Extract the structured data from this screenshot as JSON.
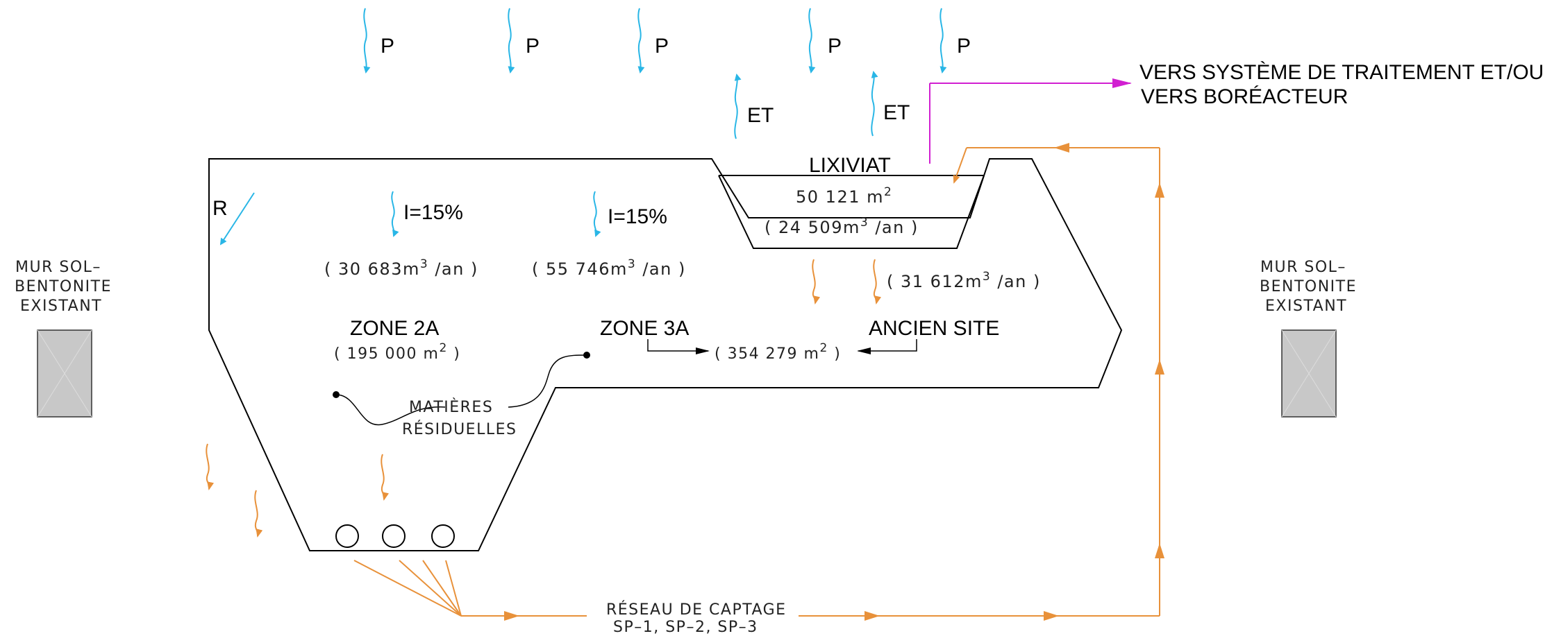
{
  "colors": {
    "precipitation": "#29b6e6",
    "leachate": "#e8913a",
    "treatment": "#d11fd1",
    "outline": "#000000",
    "wall_fill": "#c8c8c8"
  },
  "labels": {
    "p": "P",
    "et": "ET",
    "r": "R",
    "i1": "I=15%",
    "i2": "I=15%",
    "lixiviat": "LIXIVIAT",
    "lix_area": "50 121 m",
    "lix_area_sup": "2",
    "lix_flow_a": "( 24 509m",
    "lix_flow_sup": "3",
    "lix_flow_b": " /an )",
    "flow1_a": "( 30 683m",
    "flow1_sup": "3",
    "flow1_b": " /an )",
    "flow2_a": "( 55 746m",
    "flow2_sup": "3",
    "flow2_b": " /an )",
    "flow3_a": "( 31 612m",
    "flow3_sup": "3",
    "flow3_b": " /an )",
    "zone2a": "ZONE 2A",
    "zone2a_area_a": "( 195 000 m",
    "zone2a_area_sup": "2",
    "zone2a_area_b": " )",
    "zone3a": "ZONE 3A",
    "ancien_site": "ANCIEN SITE",
    "zone3a_area_a": "( 354 279 m",
    "zone3a_area_sup": "2",
    "zone3a_area_b": " )",
    "matieres_1": "MATIÈRES",
    "matieres_2": "RÉSIDUELLES",
    "mur_left_1": "MUR SOL–",
    "mur_left_2": "BENTONITE",
    "mur_left_3": "EXISTANT",
    "mur_right_1": "MUR SOL–",
    "mur_right_2": "BENTONITE",
    "mur_right_3": "EXISTANT",
    "vers_1": "VERS SYSTÈME DE TRAITEMENT ET/OU",
    "vers_2": "VERS BORÉACTEUR",
    "reseau_1": "RÉSEAU DE CAPTAGE",
    "reseau_2": "SP–1, SP–2, SP–3"
  }
}
